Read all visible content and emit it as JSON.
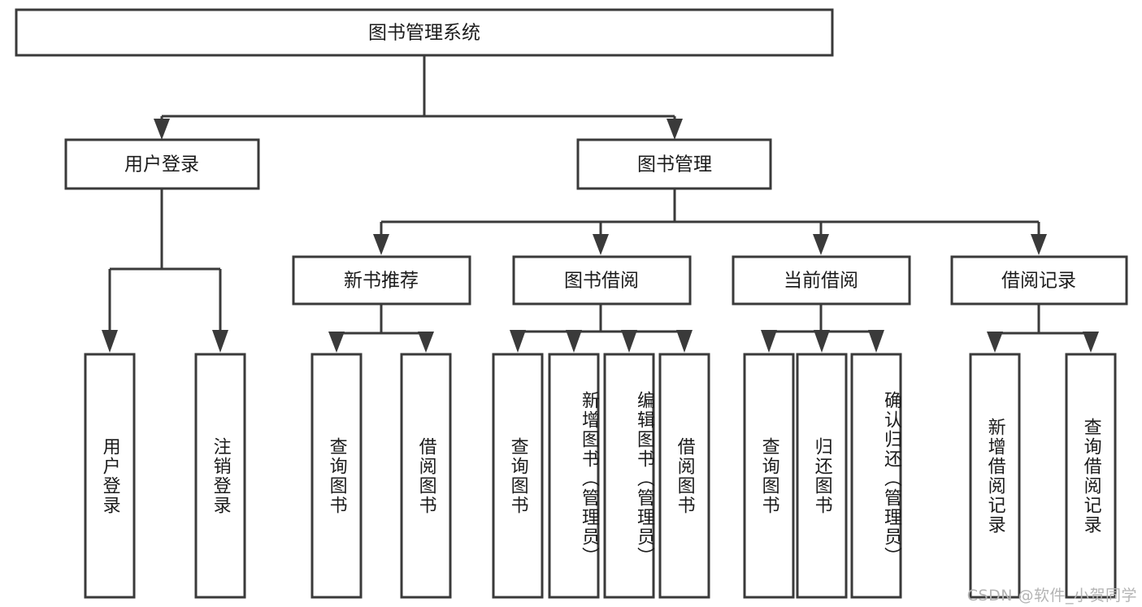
{
  "diagram": {
    "title": "图书管理系统",
    "type": "hierarchy-tree",
    "orientation": "top-down",
    "colors": {
      "box_stroke": "#3a3a3a",
      "box_fill": "#ffffff",
      "text": "#1b1b1b",
      "background": "#ffffff",
      "watermark": "#b4b4b4"
    },
    "root": {
      "label": "图书管理系统"
    },
    "level2": [
      {
        "label": "用户登录"
      },
      {
        "label": "图书管理"
      }
    ],
    "level3": [
      {
        "label": "新书推荐"
      },
      {
        "label": "图书借阅"
      },
      {
        "label": "当前借阅"
      },
      {
        "label": "借阅记录"
      }
    ],
    "leaves": {
      "user_login": [
        {
          "label": "用户登录"
        },
        {
          "label": "注销登录"
        }
      ],
      "new_book_recommend": [
        {
          "label": "查询图书"
        },
        {
          "label": "借阅图书"
        }
      ],
      "book_borrow": [
        {
          "label": "查询图书"
        },
        {
          "label": "新增图书（管理员）"
        },
        {
          "label": "编辑图书（管理员）"
        },
        {
          "label": "借阅图书"
        }
      ],
      "current_borrow": [
        {
          "label": "查询图书"
        },
        {
          "label": "归还图书"
        },
        {
          "label": "确认归还（管理员）"
        }
      ],
      "borrow_record": [
        {
          "label": "新增借阅记录"
        },
        {
          "label": "查询借阅记录"
        }
      ]
    }
  },
  "watermark": {
    "text": "CSDN @软件_小贺同学"
  }
}
